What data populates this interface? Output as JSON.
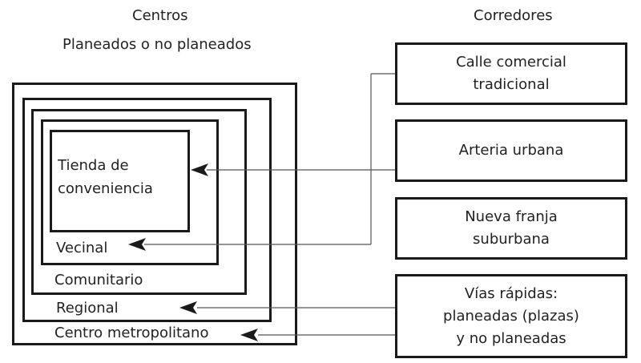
{
  "headings": {
    "centros": "Centros",
    "planeados": "Planeados o no planeados",
    "corredores": "Corredores"
  },
  "centers": {
    "tienda_line1": "Tienda de",
    "tienda_line2": "conveniencia",
    "vecinal": "Vecinal",
    "comunitario": "Comunitario",
    "regional": "Regional",
    "metropolitano": "Centro metropolitano"
  },
  "corridors": [
    {
      "lines": [
        "Calle comercial",
        "tradicional"
      ]
    },
    {
      "lines": [
        "Arteria urbana"
      ]
    },
    {
      "lines": [
        "Nueva franja",
        "suburbana"
      ]
    },
    {
      "lines": [
        "Vías rápidas:",
        "planeadas (plazas)",
        "y no planeadas"
      ]
    }
  ]
}
